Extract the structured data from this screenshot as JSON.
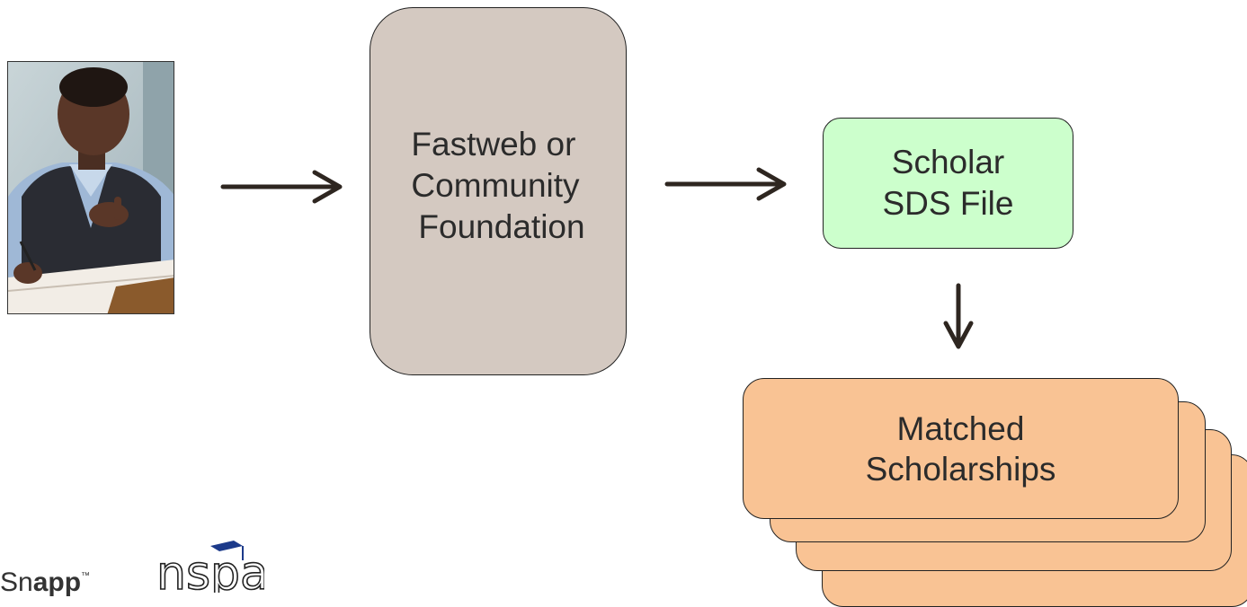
{
  "diagram": {
    "photo": {
      "alt": "student writing at desk"
    },
    "nodes": {
      "foundation": {
        "lines": [
          "Fastweb or",
          "Community",
          "Foundation"
        ]
      },
      "sds_file": {
        "lines": [
          "Scholar",
          "SDS File"
        ]
      },
      "matched": {
        "lines": [
          "Matched",
          "Scholarships"
        ]
      }
    },
    "arrows": [
      "photo-to-foundation",
      "foundation-to-sds",
      "sds-to-matched"
    ],
    "colors": {
      "foundation_fill": "#d4c9c1",
      "sds_fill": "#ccffcc",
      "matched_fill": "#f9c394",
      "arrow": "#2e2620"
    }
  },
  "logos": {
    "snapp": {
      "prefix": "Sn",
      "bold": "app",
      "tm": "™"
    },
    "nspa": {
      "text": "nspa"
    }
  }
}
